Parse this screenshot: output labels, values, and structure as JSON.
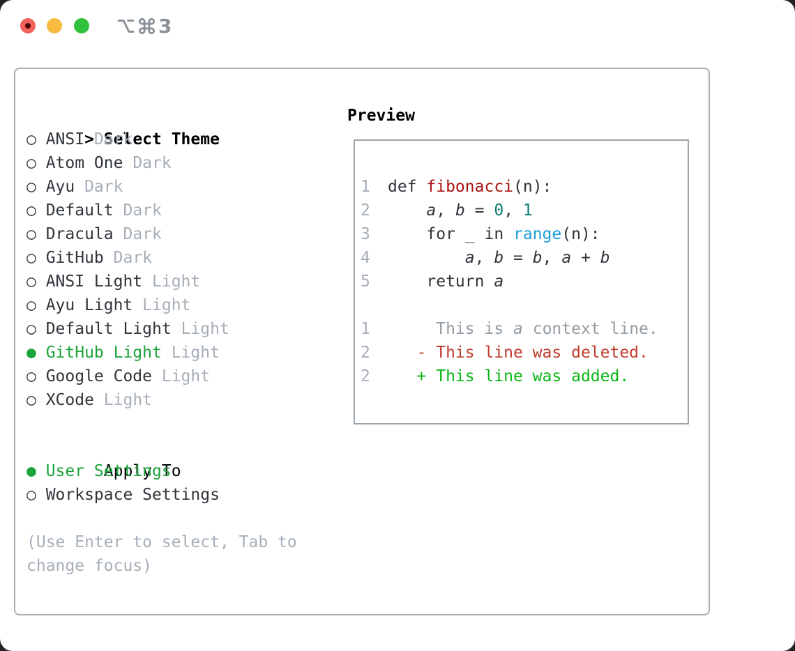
{
  "window": {
    "title": "⌥⌘3",
    "title_number": "3",
    "buttons": [
      "close",
      "minimize",
      "zoom"
    ]
  },
  "colors": {
    "dark": "#30353b",
    "gray": "#a6aeb8",
    "gray2": "#939ba3",
    "green": "#1ba43c",
    "fn": "#a81513",
    "lit": "#0b7d74",
    "bi": "#1b9cd8",
    "del": "#c23b2e",
    "add": "#09b714",
    "border": "#a9b0b8",
    "border2": "#9ba3ab",
    "title": "#8b9199",
    "tl_red": "#f3625c",
    "tl_red_dot": "#4a0a06",
    "tl_yellow": "#f6bb40",
    "tl_green": "#32c13c"
  },
  "theme_panel": {
    "prompt": ">",
    "header": "Select Theme",
    "radio_unselected": "○",
    "radio_selected": "●",
    "themes": [
      {
        "name": "ANSI",
        "tag": "Dark",
        "selected": false
      },
      {
        "name": "Atom One",
        "tag": "Dark",
        "selected": false
      },
      {
        "name": "Ayu",
        "tag": "Dark",
        "selected": false
      },
      {
        "name": "Default",
        "tag": "Dark",
        "selected": false
      },
      {
        "name": "Dracula",
        "tag": "Dark",
        "selected": false
      },
      {
        "name": "GitHub",
        "tag": "Dark",
        "selected": false
      },
      {
        "name": "ANSI Light",
        "tag": "Light",
        "selected": false
      },
      {
        "name": "Ayu Light",
        "tag": "Light",
        "selected": false
      },
      {
        "name": "Default Light",
        "tag": "Light",
        "selected": false
      },
      {
        "name": "GitHub Light",
        "tag": "Light",
        "selected": true
      },
      {
        "name": "Google Code",
        "tag": "Light",
        "selected": false
      },
      {
        "name": "XCode",
        "tag": "Light",
        "selected": false
      }
    ],
    "apply_to": {
      "header": "Apply To",
      "options": [
        {
          "name": "User Settings",
          "selected": true
        },
        {
          "name": "Workspace Settings",
          "selected": false
        }
      ]
    },
    "help_lines": [
      "(Use Enter to select, Tab to",
      "change focus)"
    ]
  },
  "preview": {
    "header": "Preview",
    "code_lines": [
      {
        "num": "1",
        "segments": [
          [
            "t",
            "def "
          ],
          [
            "fn",
            "fibonacci"
          ],
          [
            "t",
            "(n):"
          ]
        ]
      },
      {
        "num": "2",
        "segments": [
          [
            "t",
            "    "
          ],
          [
            "v",
            "a"
          ],
          [
            "t",
            ", "
          ],
          [
            "v",
            "b"
          ],
          [
            "t",
            " = "
          ],
          [
            "lit",
            "0"
          ],
          [
            "t",
            ", "
          ],
          [
            "lit",
            "1"
          ]
        ]
      },
      {
        "num": "3",
        "segments": [
          [
            "t",
            "    for _ in "
          ],
          [
            "bi",
            "range"
          ],
          [
            "t",
            "(n):"
          ]
        ]
      },
      {
        "num": "4",
        "segments": [
          [
            "t",
            "        "
          ],
          [
            "v",
            "a"
          ],
          [
            "t",
            ", "
          ],
          [
            "v",
            "b"
          ],
          [
            "t",
            " = "
          ],
          [
            "v",
            "b"
          ],
          [
            "t",
            ", "
          ],
          [
            "v",
            "a"
          ],
          [
            "t",
            " + "
          ],
          [
            "v",
            "b"
          ]
        ]
      },
      {
        "num": "5",
        "segments": [
          [
            "t",
            "    return "
          ],
          [
            "v",
            "a"
          ]
        ]
      }
    ],
    "diff_lines": [
      {
        "num": "1",
        "segments": [
          [
            "ctx",
            "     This is "
          ],
          [
            "ctxv",
            "a"
          ],
          [
            "ctx",
            " context line."
          ]
        ]
      },
      {
        "num": "2",
        "segments": [
          [
            "del",
            "   - This line was deleted."
          ]
        ]
      },
      {
        "num": "2",
        "segments": [
          [
            "add",
            "   + This line was added."
          ]
        ]
      }
    ]
  }
}
